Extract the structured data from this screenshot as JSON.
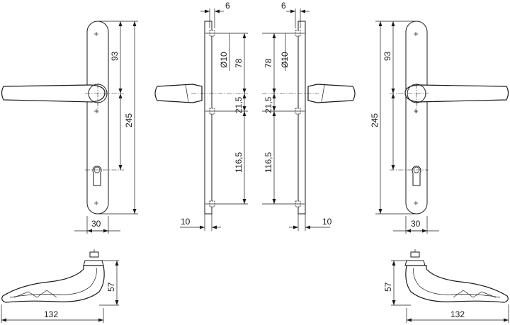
{
  "dimensions": {
    "screw_offset": "6",
    "hole_diameter": "Ø10",
    "upper_screw_distance": "78",
    "spindle_offset": "21,5",
    "lower_screw_distance": "116,5",
    "edge_distance": "10",
    "spindle_to_top": "93",
    "plate_length": "245",
    "plate_width": "30",
    "handle_height": "57",
    "handle_length": "132"
  }
}
